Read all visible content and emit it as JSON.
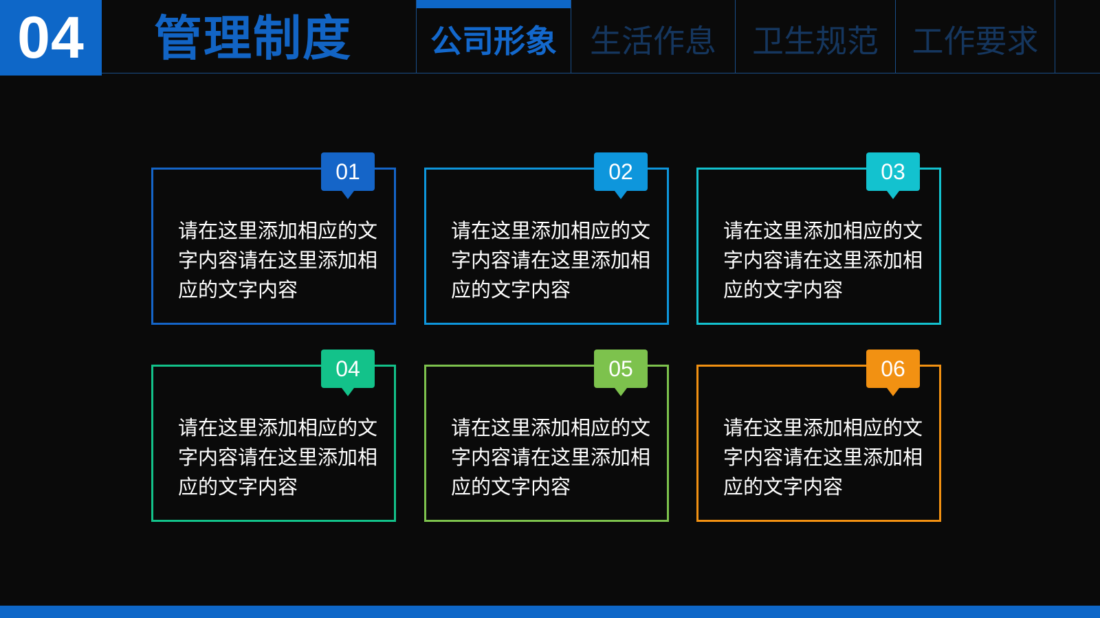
{
  "header": {
    "section_number": "04",
    "section_title": "管理制度",
    "tabs": [
      {
        "label": "公司形象",
        "active": true
      },
      {
        "label": "生活作息",
        "active": false
      },
      {
        "label": "卫生规范",
        "active": false
      },
      {
        "label": "工作要求",
        "active": false
      }
    ]
  },
  "cards": [
    {
      "number": "01",
      "text": "请在这里添加相应的文字内容请在这里添加相应的文字内容",
      "color": "#1565c8"
    },
    {
      "number": "02",
      "text": "请在这里添加相应的文字内容请在这里添加相应的文字内容",
      "color": "#0e96dc"
    },
    {
      "number": "03",
      "text": "请在这里添加相应的文字内容请在这里添加相应的文字内容",
      "color": "#13c2cf"
    },
    {
      "number": "04",
      "text": "请在这里添加相应的文字内容请在这里添加相应的文字内容",
      "color": "#13c28a"
    },
    {
      "number": "05",
      "text": "请在这里添加相应的文字内容请在这里添加相应的文字内容",
      "color": "#7dc24d"
    },
    {
      "number": "06",
      "text": "请在这里添加相应的文字内容请在这里添加相应的文字内容",
      "color": "#f29112"
    }
  ],
  "colors": {
    "background": "#0a0a0a",
    "accent_blue": "#0e67c8"
  }
}
